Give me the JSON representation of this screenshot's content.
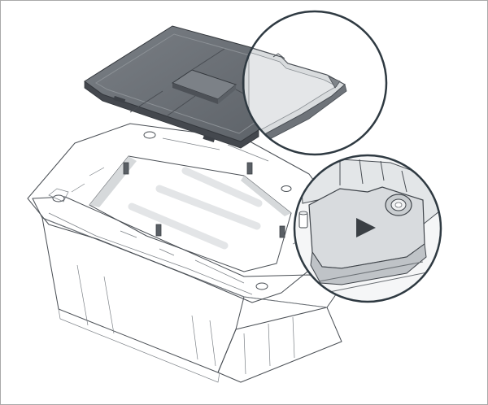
{
  "figure": {
    "description_text": "",
    "colors": {
      "frame_border": "#a9a9a9",
      "outline": "#4a4f55",
      "cover_fill": "#6d7278",
      "cover_dark": "#50555b",
      "cover_light": "#8c9196",
      "tray_fill": "#ffffff",
      "carrier_fill": "#eef0f1",
      "carrier_shadow": "#d6d9db",
      "callout_ring": "#2f3a42",
      "callout_fill": "#dcdfe1",
      "triangle_mark": "#3a3f44"
    },
    "parts": [
      {
        "name": "protective-cover",
        "icon": "cover-plate"
      },
      {
        "name": "cpu-carrier-frame",
        "icon": "carrier-frame"
      },
      {
        "name": "shipping-tray",
        "icon": "tray-box"
      },
      {
        "name": "callout-cover-corner",
        "icon": "magnifier-callout"
      },
      {
        "name": "callout-triangle-mark",
        "icon": "magnifier-callout"
      }
    ]
  }
}
